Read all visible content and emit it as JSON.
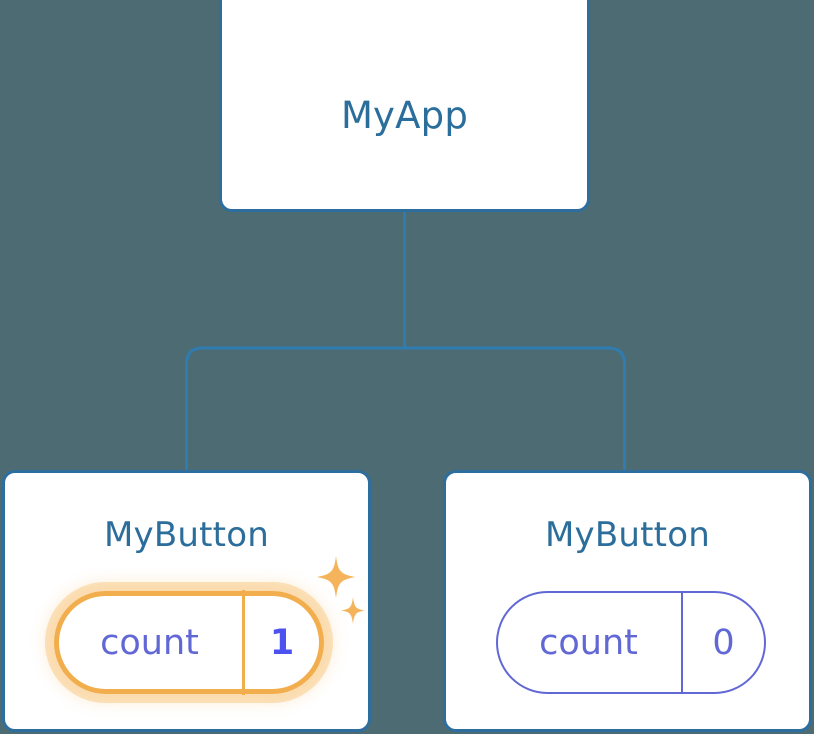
{
  "diagram": {
    "type": "component-tree",
    "background_color": "#4d6b73",
    "node_border_color": "#2e6e9e",
    "node_fill_color": "#ffffff",
    "connector_color": "#2e7cb0",
    "accent_highlight_color": "#f2ad4c",
    "accent_glow_color": "#f7ba62",
    "state_text_color": "#6168d6",
    "state_value_highlight_color": "#4b52ef"
  },
  "root": {
    "title": "MyApp"
  },
  "children": [
    {
      "title": "MyButton",
      "state": {
        "key": "count",
        "value": "1"
      },
      "highlighted": true,
      "sparkle_icons": [
        "sparkle-large-icon",
        "sparkle-small-icon"
      ]
    },
    {
      "title": "MyButton",
      "state": {
        "key": "count",
        "value": "0"
      },
      "highlighted": false
    }
  ]
}
